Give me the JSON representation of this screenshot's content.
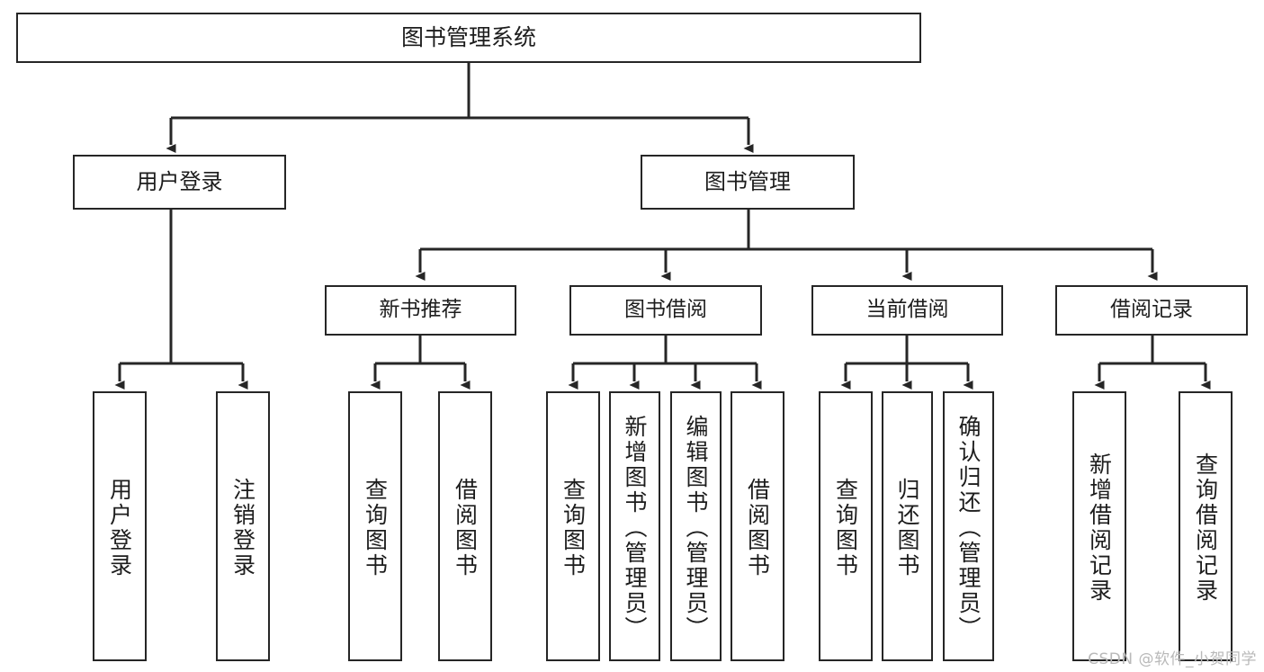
{
  "diagram": {
    "title": "图书管理系统",
    "watermark": "CSDN @软件_小贺同学",
    "accent": "#262626",
    "text_color": "#1d1d1d",
    "background": "#ffffff"
  },
  "nodes": {
    "root": {
      "label": "图书管理系统"
    },
    "level1": [
      {
        "label": "用户登录"
      },
      {
        "label": "图书管理"
      }
    ],
    "level2": [
      {
        "label": "新书推荐"
      },
      {
        "label": "图书借阅"
      },
      {
        "label": "当前借阅"
      },
      {
        "label": "借阅记录"
      }
    ],
    "leaves": {
      "user_login": [
        {
          "label": "用户登录"
        },
        {
          "label": "注销登录"
        }
      ],
      "new_book_recommend": [
        {
          "label": "查询图书"
        },
        {
          "label": "借阅图书"
        }
      ],
      "book_borrow": [
        {
          "label": "查询图书"
        },
        {
          "label": "新增图书（管理员）"
        },
        {
          "label": "编辑图书（管理员）"
        },
        {
          "label": "借阅图书"
        }
      ],
      "current_borrow": [
        {
          "label": "查询图书"
        },
        {
          "label": "归还图书"
        },
        {
          "label": "确认归还（管理员）"
        }
      ],
      "borrow_record": [
        {
          "label": "新增借阅记录"
        },
        {
          "label": "查询借阅记录"
        }
      ]
    }
  }
}
